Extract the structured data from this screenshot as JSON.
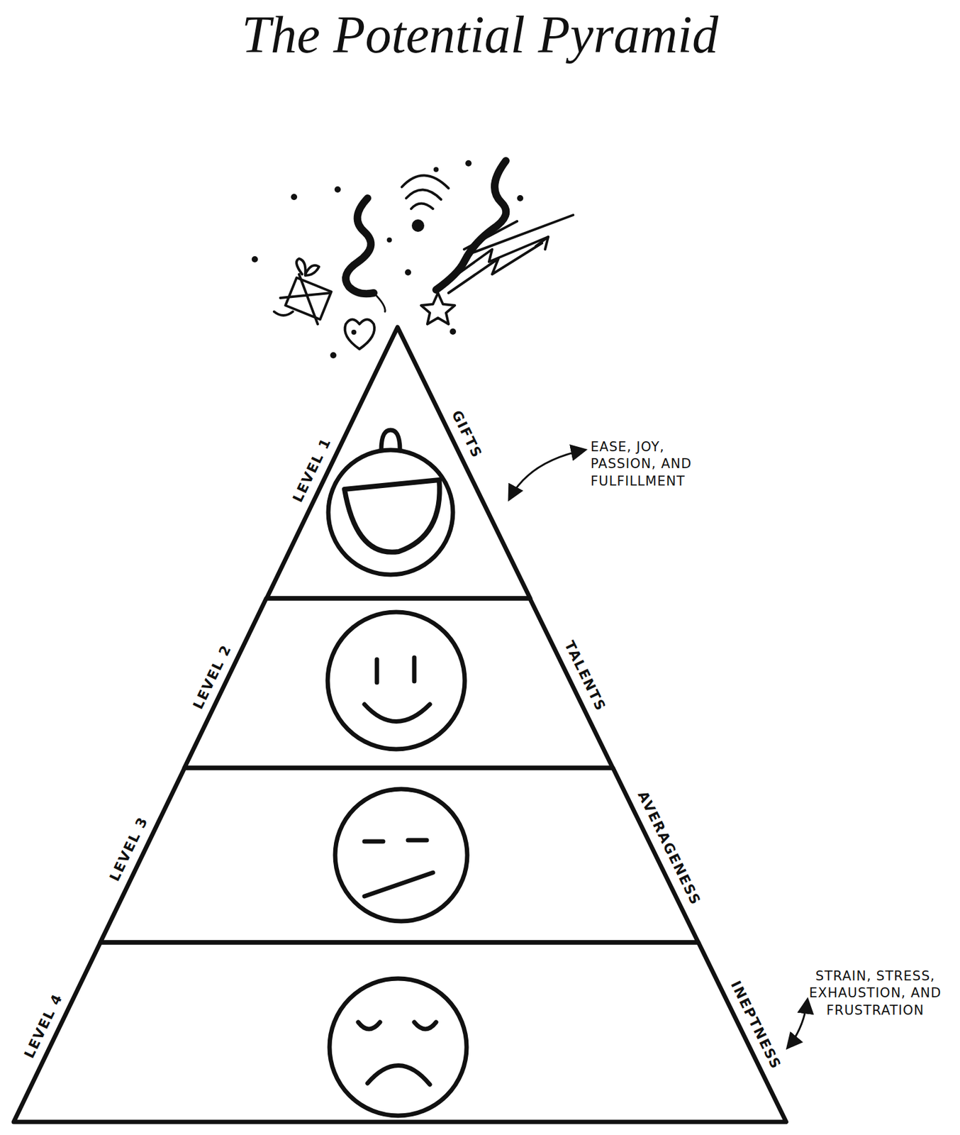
{
  "diagram": {
    "title": "The Potential Pyramid",
    "nodes": [
      {
        "text": [
          "LEVEL 1",
          "GIFTS"
        ]
      },
      {
        "text": [
          "LEVEL 2",
          "TALENTS"
        ]
      },
      {
        "text": [
          "LEVEL 3",
          "AVERAGENESS"
        ]
      },
      {
        "text": [
          "LEVEL 4",
          "INEPTNESS"
        ]
      }
    ],
    "labels": [
      "EASE, JOY, PASSION, AND FULFILLMENT",
      "STRAIN, STRESS, EXHAUSTION, AND FRUSTRATION"
    ]
  }
}
